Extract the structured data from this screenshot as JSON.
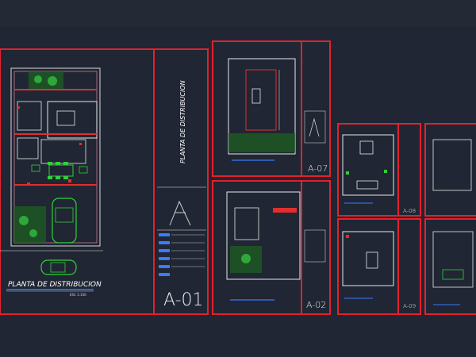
{
  "drawing": {
    "sheets": [
      {
        "id": "A-01",
        "main_label": "PLANTA DE DISTRIBUCION",
        "scale_label": "ESC 1:100",
        "title_block": "PLANTA DE DISTRIBUCION"
      },
      {
        "id": "A-07"
      },
      {
        "id": "A-02"
      },
      {
        "id": "A-08"
      },
      {
        "id": "A-09"
      }
    ],
    "colors": {
      "background": "#202633",
      "sheet_border": "#e4212e",
      "sheet_border_alt": "#c2294f",
      "line_white": "#e8e8e8",
      "line_red": "#e22d2d",
      "line_green": "#2fd13a",
      "line_blue": "#3a7bff",
      "line_pink": "#ff9ab8"
    }
  }
}
